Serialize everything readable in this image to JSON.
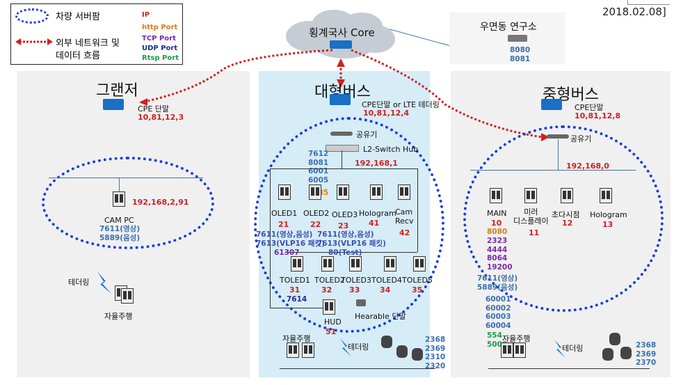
{
  "date": "2018.02.08]",
  "legend": {
    "service_range": "차량 서버팜",
    "external_flow_1": "외부 네트워크 및",
    "external_flow_2": "데이터 흐름",
    "types": [
      {
        "label": "IP",
        "color": "#d21f1f"
      },
      {
        "label": "http Port",
        "color": "#e07a1a"
      },
      {
        "label": "TCP Port",
        "color": "#7a2aa8"
      },
      {
        "label": "UDP Port",
        "color": "#1a2a9a"
      },
      {
        "label": "Rtsp Port",
        "color": "#1aa04a"
      }
    ]
  },
  "core": {
    "label": "횡계국사 Core"
  },
  "lab": {
    "title": "우면동 연구소",
    "ports": "8080\n8081"
  },
  "grandeur": {
    "title": "그랜저",
    "cpe_label": "CPE 단말",
    "cpe_ip": "10,81,12,3",
    "pc_ip": "192,168,2,91",
    "pc_label": "CAM PC",
    "pc_ports": "7611(영상)\n5889(음성)",
    "tethering": "테더링",
    "autonomous": "자율주행"
  },
  "bigbus": {
    "title": "대형버스",
    "cpe_label": "CPE단말 or LTE 테더링",
    "cpe_ip": "10,81,12,4",
    "router_label": "공유기",
    "l2_label": "L2-Switch Hub",
    "subnet": "192,168,1",
    "ports_top": "7612\n8081\n6001\n6005",
    "ports_top_extra": "5885",
    "oled": [
      {
        "label": "OLED1",
        "ip": "21"
      },
      {
        "label": "OLED2",
        "ip": "22"
      },
      {
        "label": "OLED3",
        "ip": "23"
      },
      {
        "label": "Hologram",
        "ip": "41"
      },
      {
        "label": "Cam\nRecv",
        "ip": "42"
      }
    ],
    "oled_ports_left": "7611(영상,음성)\n7613(VLP16 패킷)",
    "oled_ports_left_extra": "61307",
    "oled_ports_mid": "7611(영상,음성)\n7613(VLP16 패킷)",
    "oled_ports_mid_extra": "80(Test)",
    "toled": [
      {
        "label": "TOLED1",
        "ip": "31"
      },
      {
        "label": "TOLED2",
        "ip": "32"
      },
      {
        "label": "TOLED3",
        "ip": "33"
      },
      {
        "label": "TOLED4",
        "ip": "34"
      },
      {
        "label": "TOLED5",
        "ip": "35"
      }
    ],
    "toled1_port": "7614",
    "hud_label": "HUD",
    "hud_ip": "51",
    "hearable": "Hearable 단말",
    "autonomous": "자율주행",
    "tethering": "테더링",
    "lidar_ports": "2368\n2369\n2310\n2320"
  },
  "midbus": {
    "title": "중형버스",
    "cpe_label": "CPE단말",
    "cpe_ip": "10,81,12,8",
    "router_label": "공유기",
    "subnet": "192,168,0",
    "devices": [
      {
        "label": "MAIN",
        "ip": "10"
      },
      {
        "label": "미러\n디스플레이",
        "ip": "11"
      },
      {
        "label": "초다시점",
        "ip": "12"
      },
      {
        "label": "Hologram",
        "ip": "13"
      }
    ],
    "main_http": "8080",
    "main_tcp": "2323\n4444\n8064\n19200",
    "main_udp": "7611(영상)\n5889(음성)",
    "main_udp2": "60001\n60002\n60003\n60004",
    "main_rtsp": "554\n5000",
    "autonomous": "자율주행",
    "tethering": "테더링",
    "lidar_ports": "2368\n2369\n2370"
  }
}
